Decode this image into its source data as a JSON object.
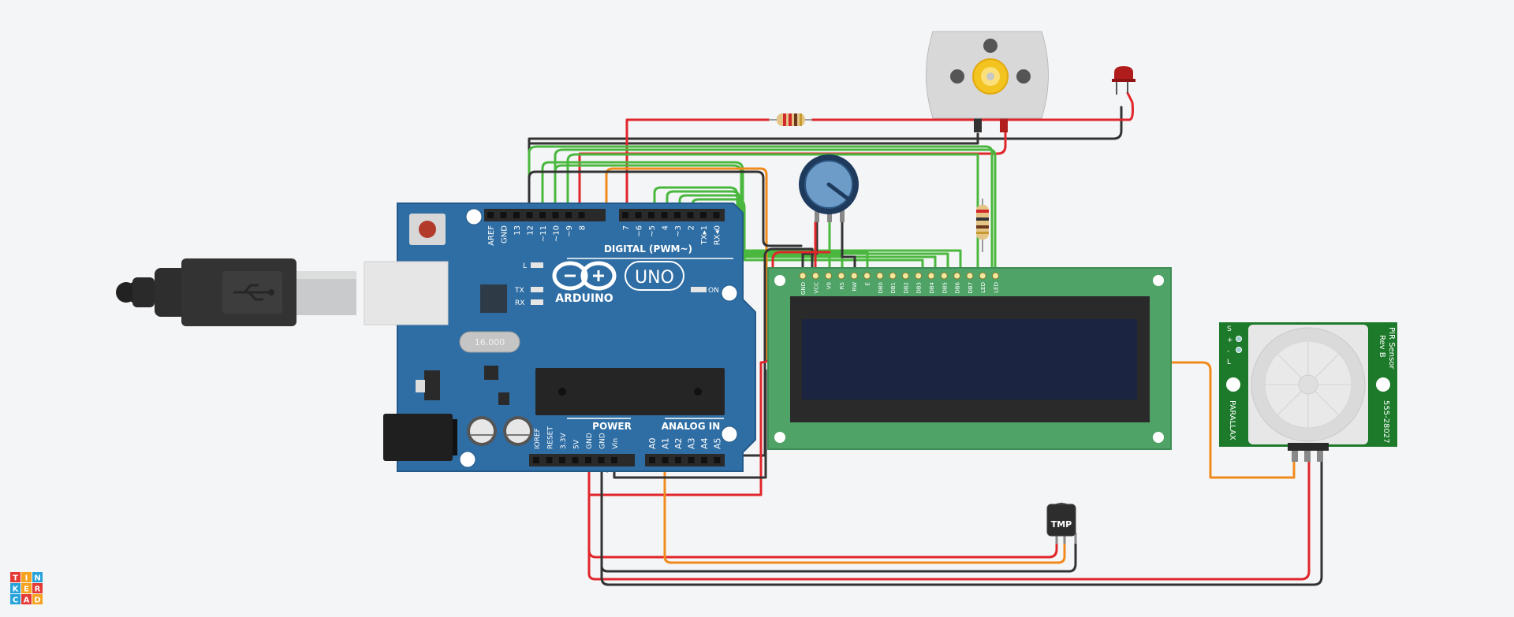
{
  "app": {
    "logo_letters": [
      "T",
      "I",
      "N",
      "K",
      "E",
      "R",
      "C",
      "A",
      "D"
    ]
  },
  "arduino": {
    "brand": "ARDUINO",
    "model": "UNO",
    "digital_header": "DIGITAL (PWM~)",
    "digital_pins": [
      "AREF",
      "GND",
      "13",
      "12",
      "~11",
      "~10",
      "~9",
      "8",
      "7",
      "~6",
      "~5",
      "4",
      "~3",
      "2",
      "TX▸1",
      "RX◂0"
    ],
    "power_header": "POWER",
    "power_pins": [
      "IOREF",
      "RESET",
      "3.3V",
      "5V",
      "GND",
      "GND",
      "Vin"
    ],
    "analog_header": "ANALOG IN",
    "analog_pins": [
      "A0",
      "A1",
      "A2",
      "A3",
      "A4",
      "A5"
    ],
    "led_l": "L",
    "led_tx": "TX",
    "led_rx": "RX",
    "led_on": "ON",
    "crystal": "16.000"
  },
  "lcd": {
    "pins": [
      "GND",
      "VCC",
      "V0",
      "RS",
      "RW",
      "E",
      "DB0",
      "DB1",
      "DB2",
      "DB3",
      "DB4",
      "DB5",
      "DB6",
      "DB7",
      "LED",
      "LED"
    ]
  },
  "pir": {
    "title": "PIR Sensor",
    "rev": "Rev B",
    "brand": "PARALLAX",
    "part": "555-28027",
    "pins": [
      "S",
      "+",
      "-",
      "L"
    ]
  },
  "tmp": {
    "label": "TMP"
  },
  "colors": {
    "board": "#2f6ea4",
    "lcd_pcb": "#4fa367",
    "wire_red": "#e0262b",
    "wire_black": "#333333",
    "wire_green": "#4ab83e",
    "wire_orange": "#f08a1c",
    "pir_pcb": "#1c7a2a"
  }
}
